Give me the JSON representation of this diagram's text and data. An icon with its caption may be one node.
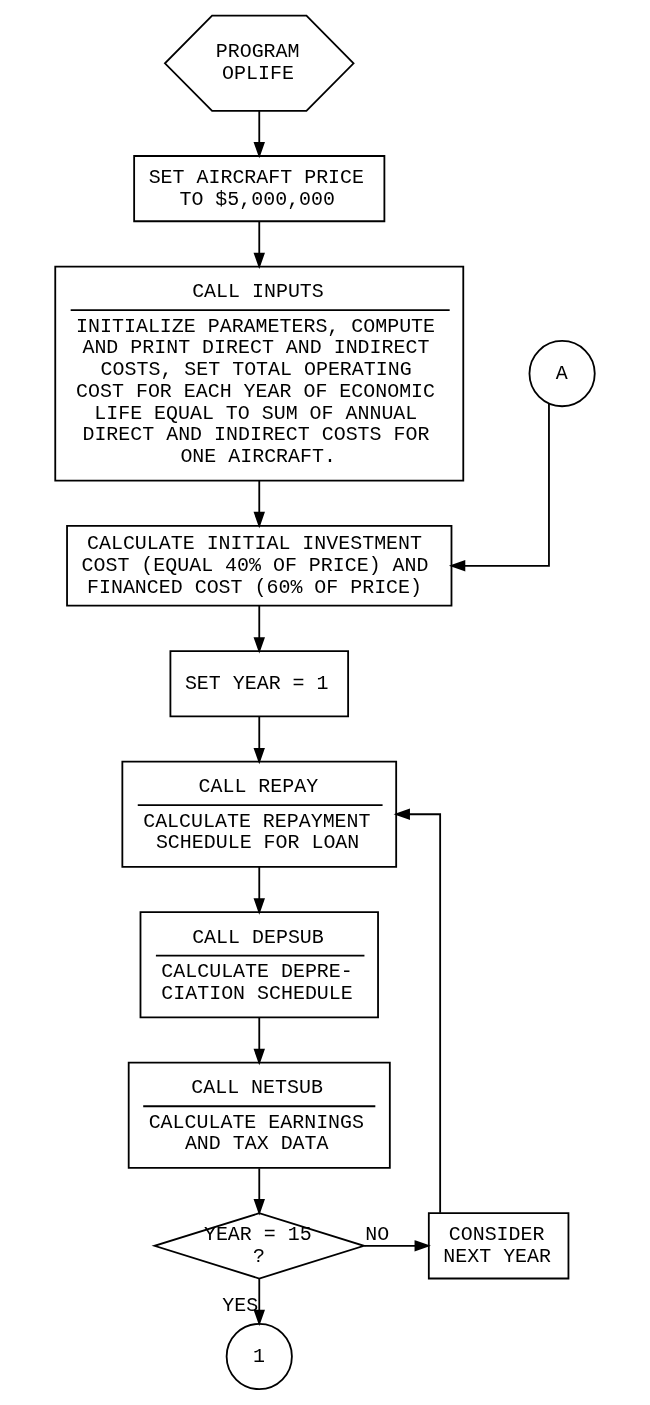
{
  "diagram": {
    "nodes": [
      {
        "text": [
          "PROGRAM OPLIFE"
        ]
      },
      {
        "text": [
          "SET AIRCRAFT PRICE TO $5,000,000"
        ]
      },
      {
        "text": [
          "CALL INPUTS",
          "INITIALIZE PARAMETERS, COMPUTE AND PRINT DIRECT AND INDIRECT COSTS, SET TOTAL OPERATING COST FOR EACH YEAR OF ECONOMIC LIFE EQUAL TO SUM OF ANNUAL DIRECT AND INDIRECT COSTS FOR ONE AIRCRAFT."
        ]
      },
      {
        "text": [
          "A"
        ]
      },
      {
        "text": [
          "CALCULATE INITIAL INVESTMENT COST (EQUAL 40% OF PRICE) AND FINANCED COST (60% OF PRICE)"
        ]
      },
      {
        "text": [
          "SET YEAR = 1"
        ]
      },
      {
        "text": [
          "CALL REPAY",
          "CALCULATE REPAYMENT SCHEDULE FOR LOAN"
        ]
      },
      {
        "text": [
          "CALL DEPSUB",
          "CALCULATE DEPRE- CIATION SCHEDULE"
        ]
      },
      {
        "text": [
          "CALL NETSUB",
          "CALCULATE EARNINGS AND TAX DATA"
        ]
      },
      {
        "text": [
          "YEAR = 15 ?"
        ]
      },
      {
        "text": [
          "CONSIDER NEXT YEAR"
        ]
      },
      {
        "text": [
          "1"
        ]
      }
    ],
    "edges": [
      {
        "from": 0,
        "to": 1,
        "arrow": "to"
      },
      {
        "from": 1,
        "to": 2,
        "arrow": "to"
      },
      {
        "from": 2,
        "to": 4,
        "arrow": "to"
      },
      {
        "from": 3,
        "to": 4,
        "arrow": "to"
      },
      {
        "from": 4,
        "to": 5,
        "arrow": "to"
      },
      {
        "from": 5,
        "to": 6,
        "arrow": "to"
      },
      {
        "from": 6,
        "to": 7,
        "arrow": "to"
      },
      {
        "from": 7,
        "to": 8,
        "arrow": "to"
      },
      {
        "from": 8,
        "to": 9,
        "arrow": "to"
      },
      {
        "from": 9,
        "to": 10,
        "label": "NO",
        "arrow": "to"
      },
      {
        "from": 10,
        "to": 6,
        "arrow": "to"
      },
      {
        "from": 9,
        "to": 11,
        "label": "YES",
        "arrow": "to"
      }
    ]
  }
}
